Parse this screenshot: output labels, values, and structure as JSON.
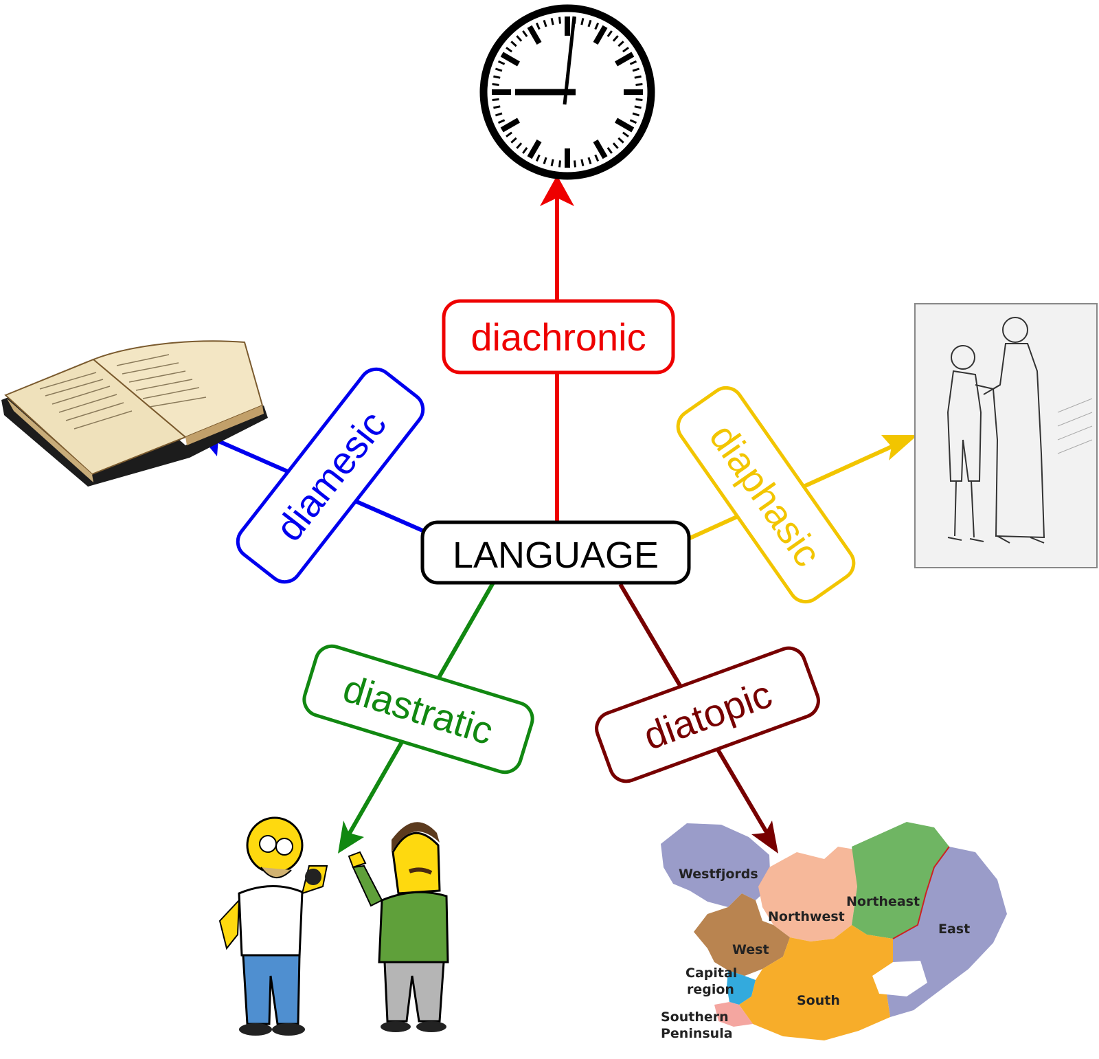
{
  "center": {
    "label": "LANGUAGE"
  },
  "dimensions": [
    {
      "id": "diachronic",
      "label": "diachronic",
      "color": "#ee0000",
      "illustration": "clock-icon"
    },
    {
      "id": "diamesic",
      "label": "diamesic",
      "color": "#0000ee",
      "illustration": "open-book-icon"
    },
    {
      "id": "diaphasic",
      "label": "diaphasic",
      "color": "#f2c500",
      "illustration": "conversation-sketch-icon"
    },
    {
      "id": "diastratic",
      "label": "diastratic",
      "color": "#118811",
      "illustration": "cartoon-characters-icon"
    },
    {
      "id": "diatopic",
      "label": "diatopic",
      "color": "#770000",
      "illustration": "region-map-icon"
    }
  ],
  "map": {
    "regions": [
      {
        "id": "westfjords",
        "label": "Westfjords",
        "color": "#9a9cc9"
      },
      {
        "id": "northwest",
        "label": "Northwest",
        "color": "#f6b89a"
      },
      {
        "id": "northeast",
        "label": "Northeast",
        "color": "#6fb563"
      },
      {
        "id": "east",
        "label": "East",
        "color": "#9a9cc9"
      },
      {
        "id": "west",
        "label": "West",
        "color": "#b98450"
      },
      {
        "id": "capital",
        "label": "Capital region",
        "line1": "Capital",
        "line2": "region",
        "color": "#33aadd"
      },
      {
        "id": "south",
        "label": "South",
        "color": "#f7ad2a"
      },
      {
        "id": "southern-peninsula",
        "label": "Southern Peninsula",
        "line1": "Southern",
        "line2": "Peninsula",
        "color": "#f4a6a0"
      }
    ]
  }
}
